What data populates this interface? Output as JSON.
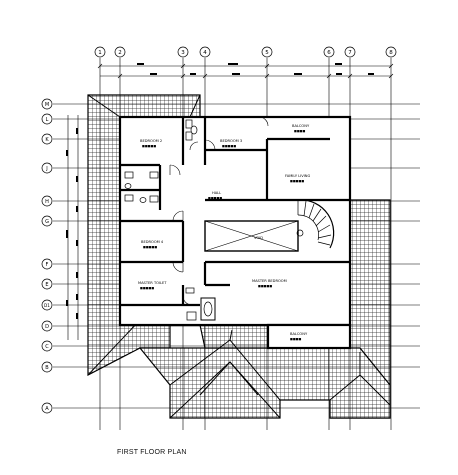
{
  "drawing": {
    "caption": "FIRST FLOOR PLAN",
    "column_bubbles": [
      "1",
      "2",
      "3",
      "4",
      "5",
      "6",
      "7",
      "8"
    ],
    "row_bubbles": [
      "M",
      "L",
      "K",
      "J",
      "H",
      "G",
      "F",
      "E",
      "D1",
      "D",
      "C",
      "B",
      "A"
    ],
    "room_labels": [
      {
        "name": "BEDROOM 2",
        "sub": "■■■■■"
      },
      {
        "name": "BEDROOM 3",
        "sub": "■■■■■"
      },
      {
        "name": "BALCONY",
        "sub": "■■■■"
      },
      {
        "name": "FAMILY LIVING",
        "sub": "■■■■■"
      },
      {
        "name": "HALL",
        "sub": "■■■■■"
      },
      {
        "name": "VOID",
        "sub": ""
      },
      {
        "name": "BEDROOM 4",
        "sub": "■■■■■"
      },
      {
        "name": "MASTER BEDROOM",
        "sub": "■■■■■"
      },
      {
        "name": "MASTER TOILET",
        "sub": "■■■■■"
      },
      {
        "name": "BALCONY",
        "sub": "■■■■"
      }
    ]
  }
}
